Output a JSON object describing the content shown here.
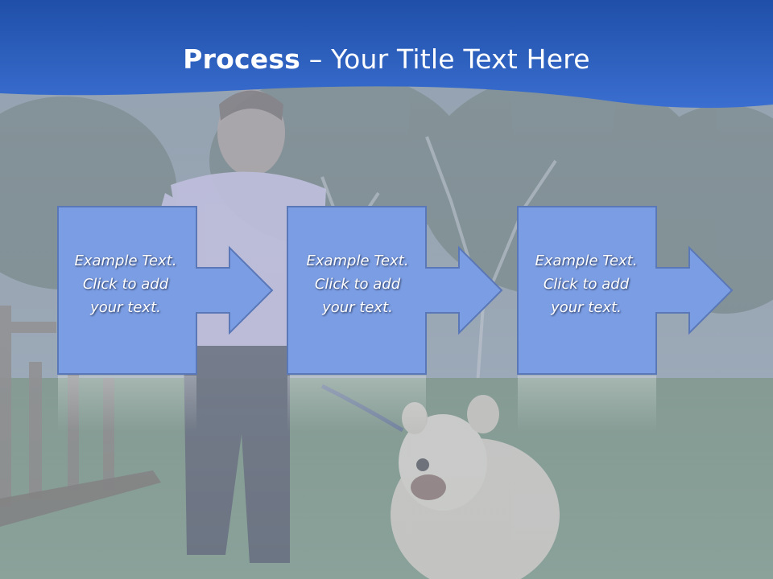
{
  "slide": {
    "title_bold": "Process",
    "title_rest": " – Your Title Text Here"
  },
  "steps": [
    {
      "line1": "Example Text.",
      "line2": "Click  to add",
      "line3": "your text."
    },
    {
      "line1": "Example Text.",
      "line2": "Click  to add",
      "line3": "your text."
    },
    {
      "line1": "Example Text.",
      "line2": "Click  to add",
      "line3": "your text."
    }
  ],
  "colors": {
    "banner_top": "#1f4fa8",
    "banner_bottom": "#3a6ed0",
    "box_fill": "#7b9de3",
    "box_stroke": "#5a78b8"
  }
}
